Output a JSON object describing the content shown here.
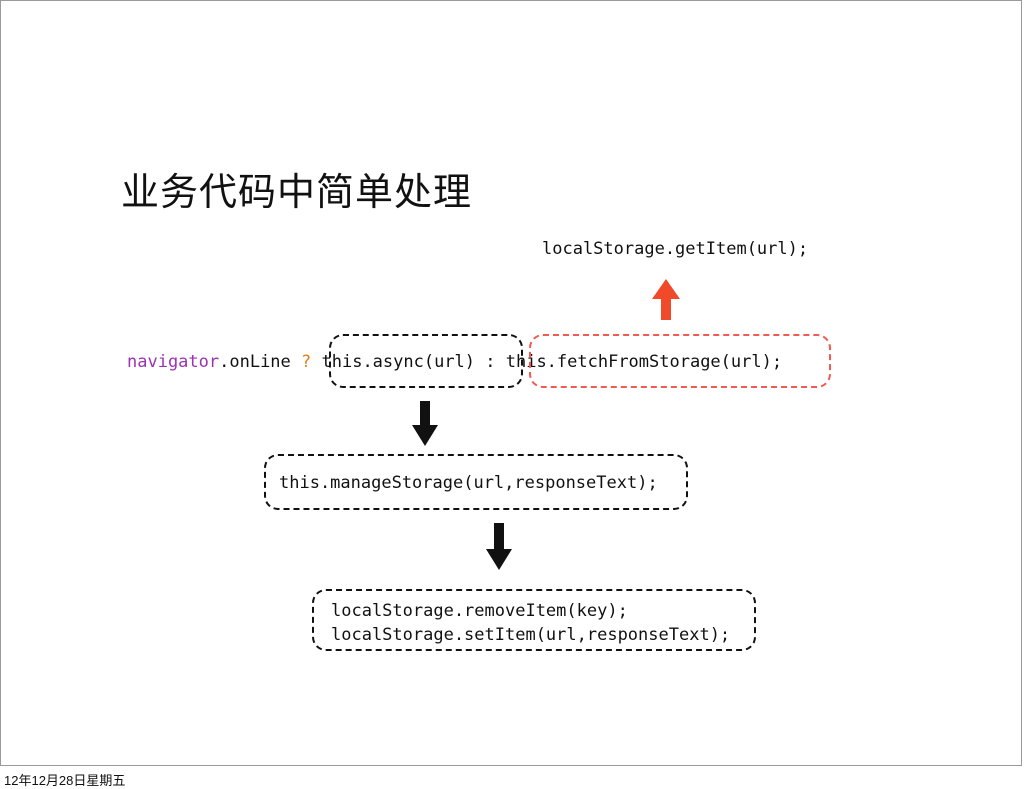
{
  "slide": {
    "title": "业务代码中简单处理",
    "get_item": "localStorage.getItem(url);",
    "ternary": {
      "navigator": "navigator",
      "online": ".onLine ",
      "question": "?",
      "async": " this.async(url) : ",
      "fetch": "this.fetchFromStorage(url);"
    },
    "manage": "this.manageStorage(url,responseText);",
    "remove": "localStorage.removeItem(key);",
    "set": "localStorage.setItem(url,responseText);"
  },
  "colors": {
    "keyword": "#9b32b4",
    "operator": "#e0801a",
    "highlight": "#f05a50",
    "arrow_up": "#f04a2a",
    "arrow_down": "#111111"
  },
  "icons": [
    "arrow-up-icon",
    "arrow-down-icon"
  ],
  "footer": {
    "date": "12年12月28日星期五"
  }
}
